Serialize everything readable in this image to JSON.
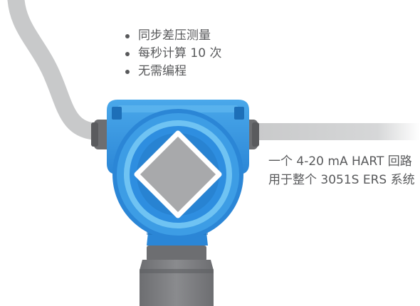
{
  "bullets": [
    "同步差压测量",
    "每秒计算 10 次",
    "无需编程"
  ],
  "loop_note": "一个 4-20 mA HART 回路用于整个 3051S ERS 系统",
  "colors": {
    "cable": "#c8c9ca",
    "housing_blue": "#2e8ee0",
    "housing_light": "#6fc3f3",
    "display_face": "#a8a9ab",
    "conduit_plug": "#727376",
    "base_gray": "#808184",
    "text": "#58595b"
  }
}
